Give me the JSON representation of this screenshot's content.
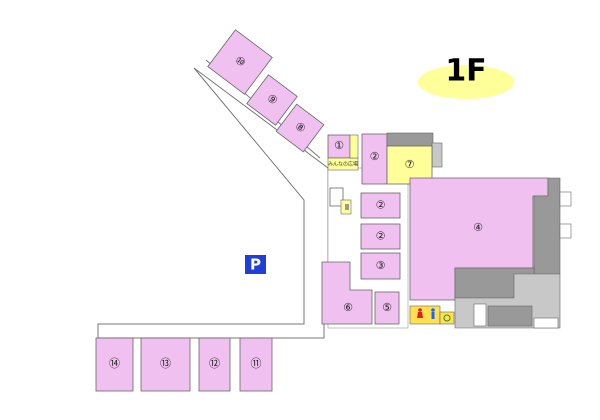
{
  "map": {
    "floor_label": "1F",
    "parking_symbol": "P",
    "plaza_label": "みんなの広場",
    "colors": {
      "shop": "#f0c0f0",
      "plaza": "#ffff99",
      "service": "#999999",
      "service_light": "#c8c8c8",
      "floor_badge": "#ffff99",
      "parking": "#1f3fd8",
      "outline": "#666666",
      "toilet_panel": "#ffe14d",
      "male": "#1e63ff",
      "female": "#e02020",
      "accessible": "#2a8a2a"
    },
    "shops": {
      "s1": "①",
      "s2a": "②",
      "s2b": "②",
      "s2c": "②",
      "s3": "③",
      "s4": "④",
      "s5": "⑤",
      "s6": "⑥",
      "s7": "⑦",
      "s8": "⑧",
      "s9": "⑨",
      "s10": "⑩",
      "s11": "⑪",
      "s12": "⑫",
      "s13": "⑬",
      "s14": "⑭"
    },
    "icons": [
      "restroom-icon",
      "accessible-restroom-icon",
      "elevator-icon",
      "stairs-icon",
      "parking-icon"
    ]
  }
}
